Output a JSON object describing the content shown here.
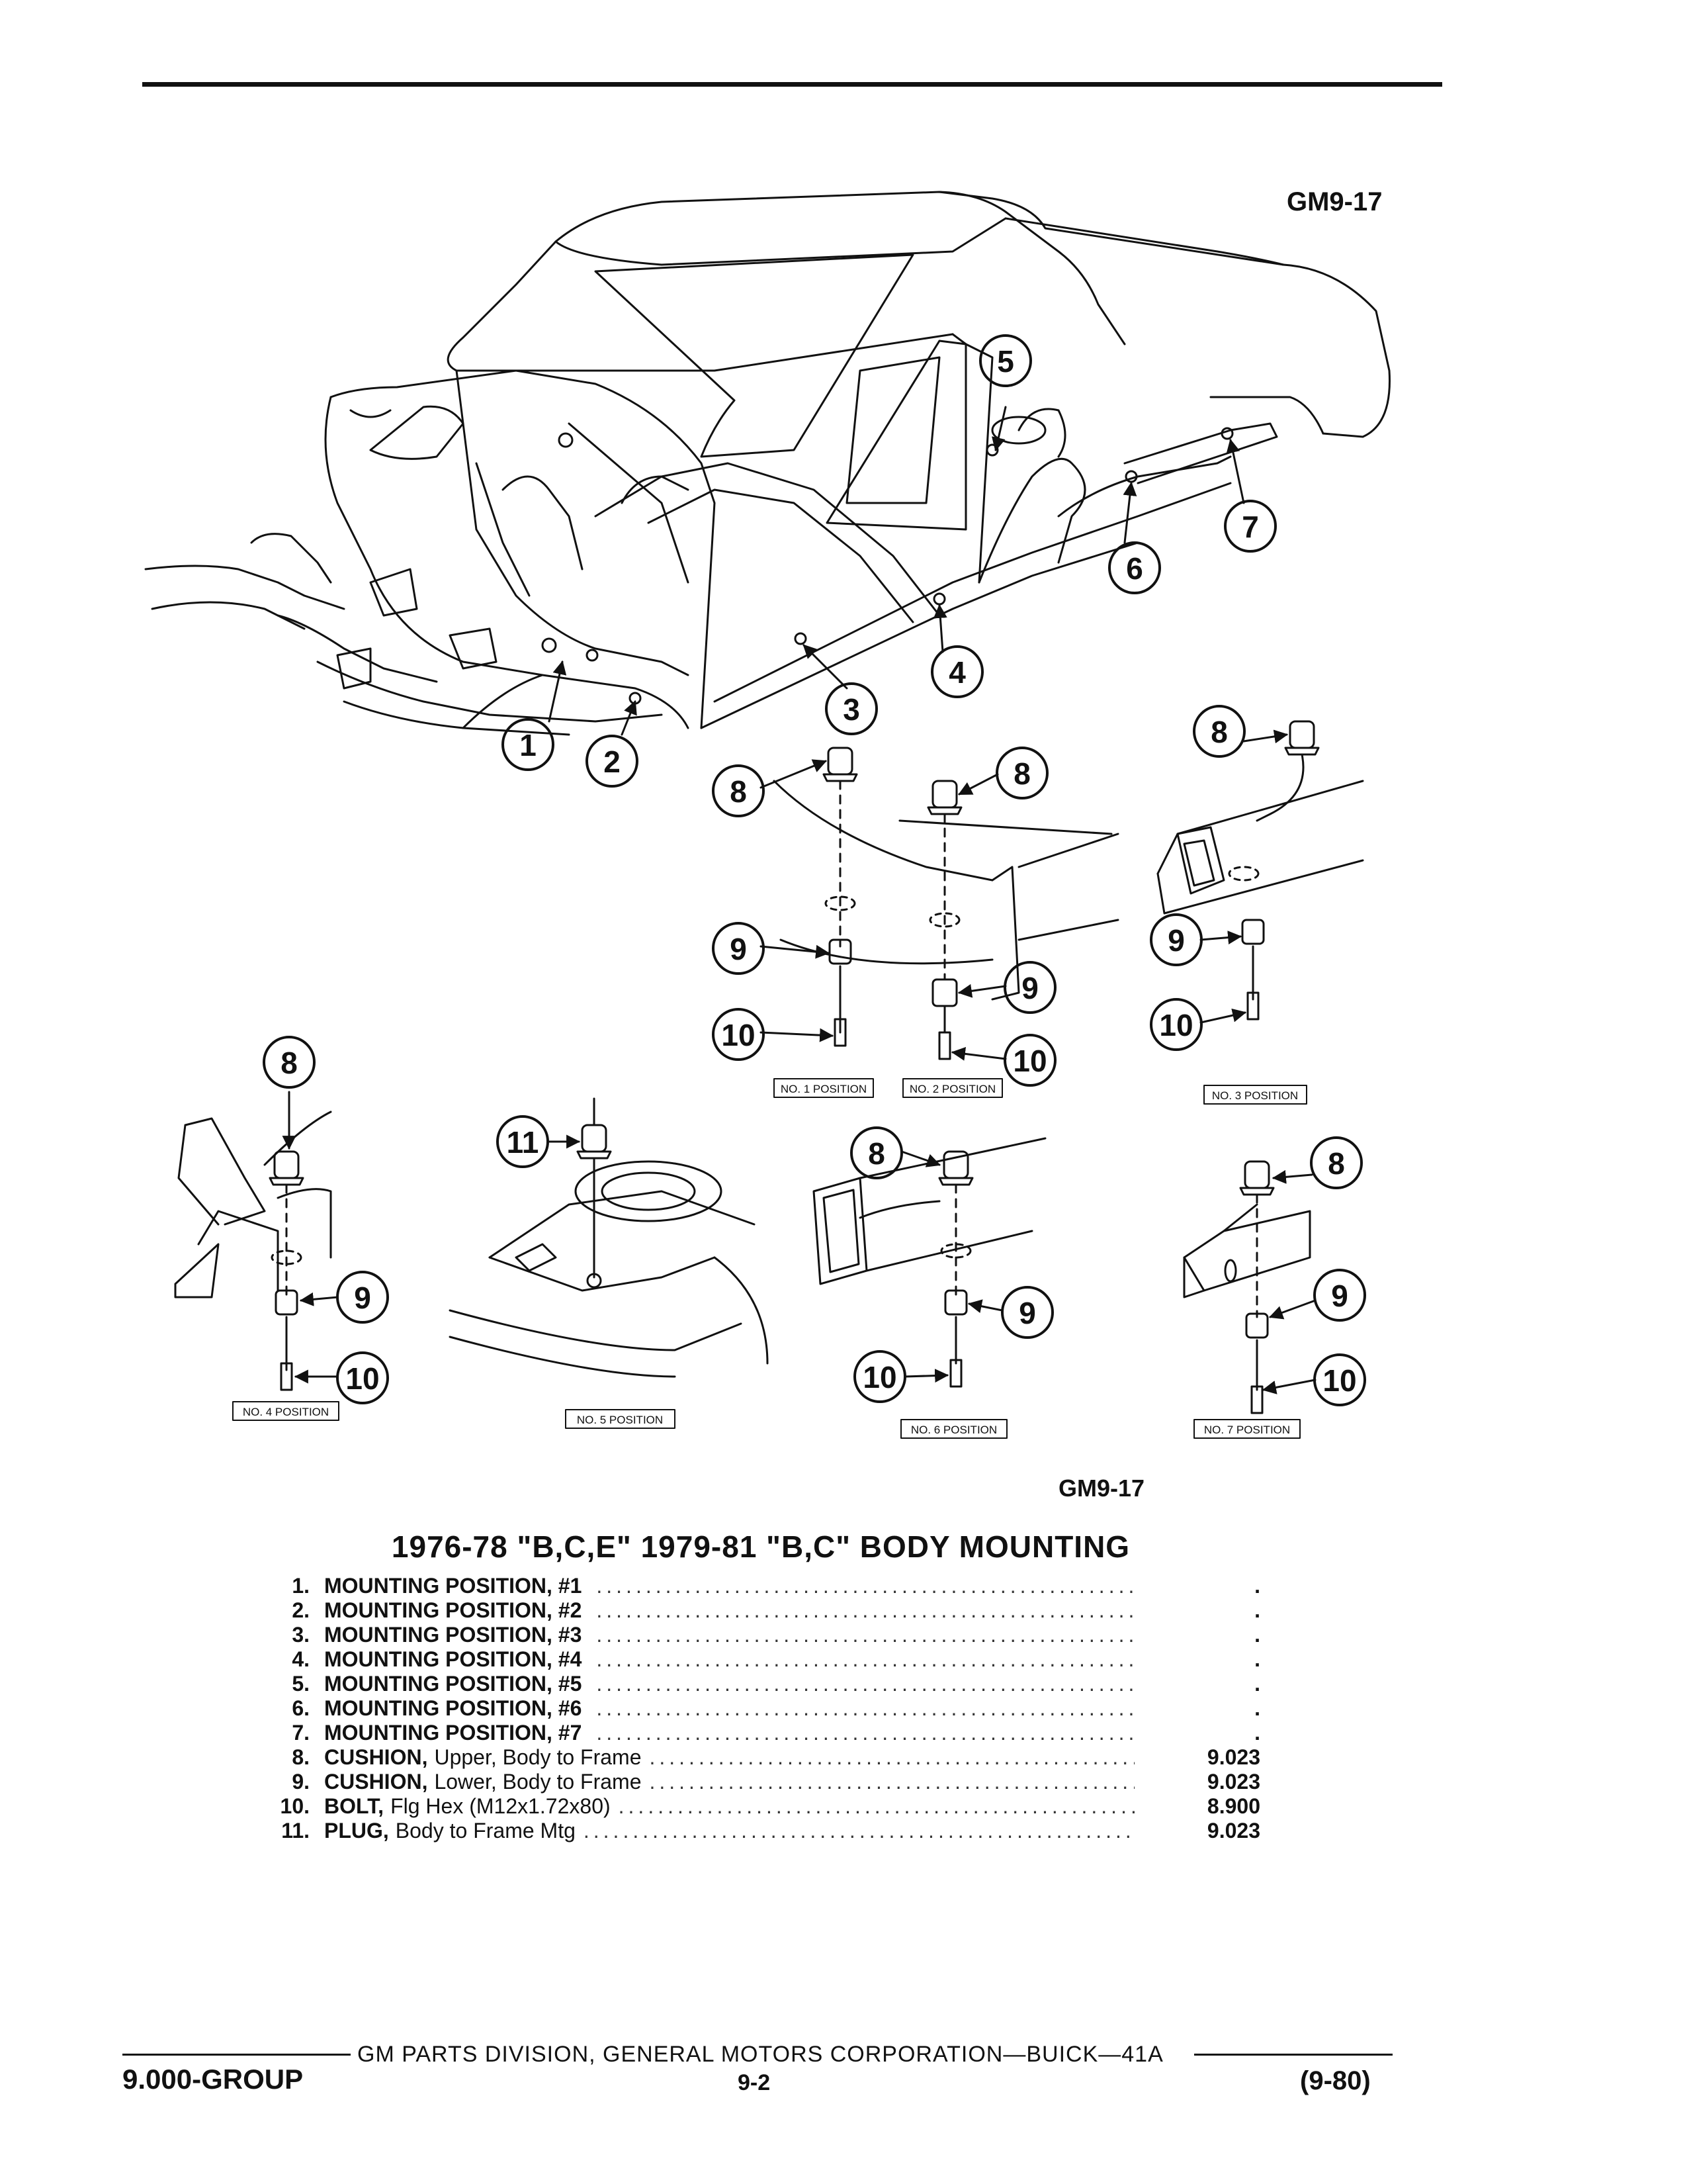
{
  "figure_code_top": "GM9-17",
  "figure_code_bottom": "GM9-17",
  "callouts": {
    "c1": "1",
    "c2": "2",
    "c3": "3",
    "c4": "4",
    "c5": "5",
    "c6": "6",
    "c7": "7",
    "c8": "8",
    "c9": "9",
    "c10": "10",
    "c11": "11"
  },
  "positions": {
    "p1": "NO. 1 POSITION",
    "p2": "NO. 2 POSITION",
    "p3": "NO. 3 POSITION",
    "p4": "NO. 4 POSITION",
    "p5": "NO. 5 POSITION",
    "p6": "NO. 6 POSITION",
    "p7": "NO. 7 POSITION"
  },
  "title": "1976-78 \"B,C,E\" 1979-81 \"B,C\" BODY MOUNTING",
  "parts": [
    {
      "num": "1.",
      "name": "MOUNTING POSITION, #1",
      "desc": "",
      "group": "."
    },
    {
      "num": "2.",
      "name": "MOUNTING POSITION, #2",
      "desc": "",
      "group": "."
    },
    {
      "num": "3.",
      "name": "MOUNTING POSITION, #3",
      "desc": "",
      "group": "."
    },
    {
      "num": "4.",
      "name": "MOUNTING POSITION, #4",
      "desc": "",
      "group": "."
    },
    {
      "num": "5.",
      "name": "MOUNTING POSITION, #5",
      "desc": "",
      "group": "."
    },
    {
      "num": "6.",
      "name": "MOUNTING POSITION, #6",
      "desc": "",
      "group": "."
    },
    {
      "num": "7.",
      "name": "MOUNTING POSITION, #7",
      "desc": "",
      "group": "."
    },
    {
      "num": "8.",
      "name": "CUSHION,",
      "desc": "Upper, Body to Frame",
      "group": "9.023"
    },
    {
      "num": "9.",
      "name": "CUSHION,",
      "desc": "Lower, Body to Frame",
      "group": "9.023"
    },
    {
      "num": "10.",
      "name": "BOLT,",
      "desc": "Flg Hex (M12x1.72x80)",
      "group": "8.900"
    },
    {
      "num": "11.",
      "name": "PLUG,",
      "desc": "Body to Frame Mtg",
      "group": "9.023"
    }
  ],
  "footer": {
    "center": "GM PARTS DIVISION, GENERAL MOTORS CORPORATION—BUICK—41A",
    "left": "9.000-GROUP",
    "page": "9-2",
    "right": "(9-80)"
  }
}
